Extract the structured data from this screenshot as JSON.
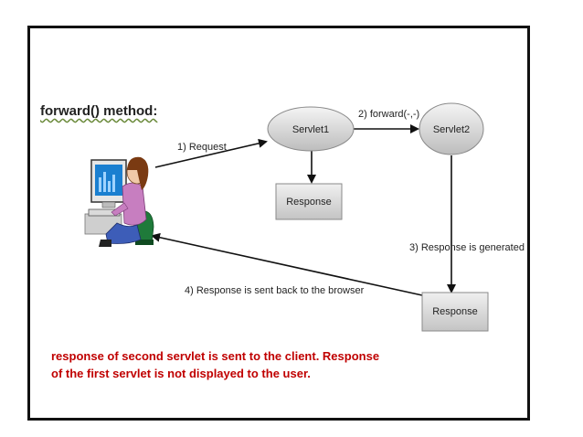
{
  "heading": "forward() method:",
  "nodes": {
    "servlet1": "Servlet1",
    "servlet2": "Servlet2",
    "response1": "Response",
    "response2": "Response"
  },
  "edges": {
    "request": "1) Request",
    "forward": "2) forward(-,-)",
    "generated": "3) Response is generated",
    "sent_back": "4) Response  is sent back to the browser"
  },
  "caption": {
    "line1": "response of second servlet is sent to the client. Response",
    "line2": "of the first servlet is not displayed to the user."
  },
  "colors": {
    "caption_text": "#c00000",
    "frame": "#111111",
    "node_fill": "#d8d8d8"
  },
  "icons": [
    "user-at-computer-icon"
  ]
}
